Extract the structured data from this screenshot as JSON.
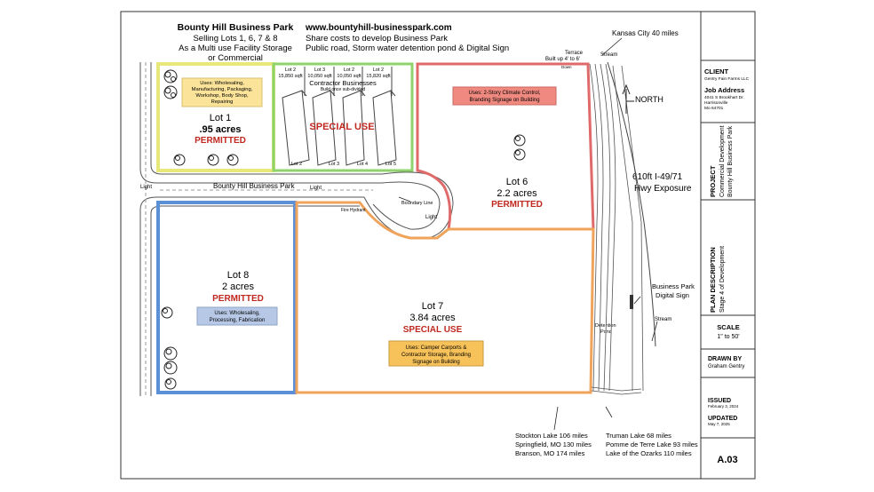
{
  "header": {
    "title": "Bounty Hill Business Park",
    "selling": "Selling Lots 1, 6, 7 & 8",
    "multi_use": "As a Multi use Facility Storage",
    "commercial": "or Commercial",
    "website": "www.bountyhill-businesspark.com",
    "share_costs": "Share costs to develop Business Park",
    "public_road": "Public road, Storm water detention pond & Digital Sign"
  },
  "lots": {
    "lot1": {
      "name": "Lot 1",
      "acres": ".95 acres",
      "status": "PERMITTED",
      "uses": [
        "Uses: Wholesaling,",
        "Manufacturing, Packaging,",
        "Workshop, Body Shop,",
        "Repairing"
      ]
    },
    "lot2": {
      "status": "SPECIAL USE",
      "contractor": "Contractor Businesses",
      "subdivided": "Build once sub-divided",
      "units": [
        {
          "top": "Lot 2",
          "sqft": "15,850 sqft",
          "bottom": "Lot 2"
        },
        {
          "top": "Lot 3",
          "sqft": "10,050 sqft",
          "bottom": "Lot 3"
        },
        {
          "top": "Lot 2",
          "sqft": "10,050 sqft",
          "bottom": "Lot 4"
        },
        {
          "top": "Lot 2",
          "sqft": "15,820 sqft",
          "bottom": "Lot 5"
        }
      ]
    },
    "lot6": {
      "name": "Lot 6",
      "acres": "2.2 acres",
      "status": "PERMITTED",
      "uses": [
        "Uses: 2-Story Climate Control,",
        "Branding Signage on Building"
      ]
    },
    "lot7": {
      "name": "Lot 7",
      "acres": "3.84 acres",
      "status": "SPECIAL USE",
      "uses": [
        "Uses: Camper Carports &",
        "Contractor Storage, Branding",
        "Signage on Building"
      ]
    },
    "lot8": {
      "name": "Lot 8",
      "acres": "2 acres",
      "status": "PERMITTED",
      "uses": [
        "Uses: Wholesaling,",
        "Processing, Fabrication"
      ]
    }
  },
  "map_labels": {
    "road": "Bounty Hill Business Park",
    "light": "Light",
    "boundary": "Boundary Line",
    "hydrant": "Fire Hydrant",
    "terrace": "Terrace",
    "terrace_built": "Built up 4' to 6'",
    "down": "Down",
    "stream": "Stream",
    "north": "NORTH",
    "kansas_city": "Kansas City 40 miles",
    "hwy_exposure_1": "610ft I-49/71",
    "hwy_exposure_2": "Hwy Exposure",
    "sign_1": "Business Park",
    "sign_2": "Digital Sign",
    "detention_1": "Detention",
    "detention_2": "Pond"
  },
  "distances": {
    "left": [
      "Stockton Lake  106 miles",
      "Springfield, MO  130 miles",
      "Branson, MO  174 miles"
    ],
    "right": [
      "Truman Lake 68 miles",
      "Pomme de Terre Lake 93 miles",
      "Lake of the Ozarks 110 miles"
    ]
  },
  "title_block": {
    "client_label": "CLIENT",
    "client": "Gentry Fain Farms LLC",
    "job_label": "Job Address",
    "job_1": "4041 S Brookhart Dr.",
    "job_2": "Harrisonville",
    "job_3": "Mo 64701",
    "project_label": "PROJECT",
    "project_1": "Commercial Development",
    "project_2": "Bounty Hill Business Park",
    "plan_label": "PLAN DESCRIPTION",
    "plan": "Stage 4 of Development",
    "scale_label": "SCALE",
    "scale": "1\" to 50'",
    "drawn_label": "DRAWN BY",
    "drawn": "Graham Gentry",
    "issued_label": "ISSUED",
    "issued": "February 3, 2024",
    "updated_label": "UPDATED",
    "updated": "May 7, 2025",
    "sheet": "A.03"
  },
  "colors": {
    "lot1_border": "#e8e87a",
    "lot2_border": "#8ed36b",
    "lot6_border": "#e06a6a",
    "lot7_border": "#f0a35a",
    "lot8_border": "#5b8fd6",
    "permitted": "#c0281f",
    "special_use": "#c0281f",
    "uses_yellow": "#fbe49a",
    "uses_red": "#f08a80",
    "uses_orange": "#f7c25a",
    "uses_blue": "#b7c8e6"
  },
  "icons": [
    "tree-icon",
    "north-arrow-icon",
    "sign-icon"
  ]
}
